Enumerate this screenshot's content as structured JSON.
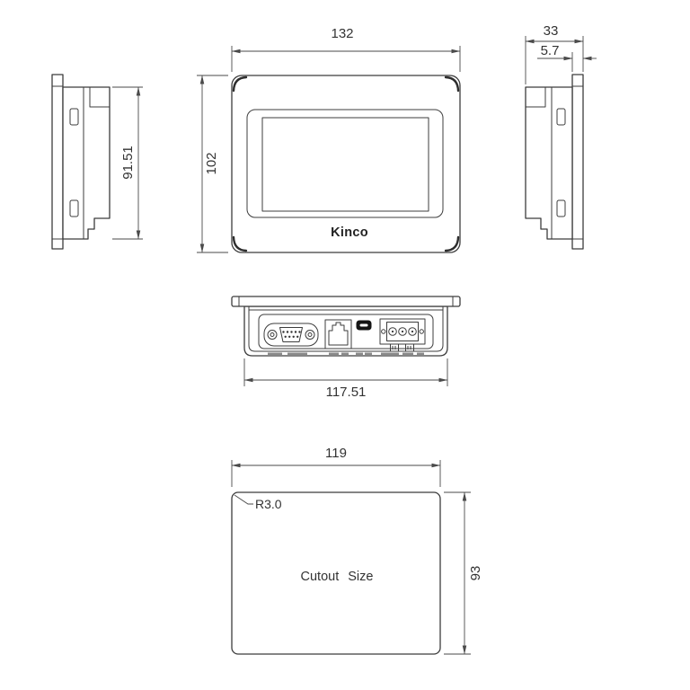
{
  "drawing": {
    "brand_logo": "Kinco",
    "cutout_label": "Cutout Size",
    "dimensions": {
      "front_width": "132",
      "front_height": "102",
      "side_body_height": "91.51",
      "side_depth": "33",
      "bezel_thickness": "5.7",
      "rear_body_width": "117.51",
      "cutout_width": "119",
      "cutout_height": "93",
      "cutout_corner_radius": "R3.0"
    },
    "ports": [
      "db9-serial",
      "rj45-ethernet",
      "mini-usb",
      "power-terminal"
    ],
    "colors": {
      "background": "#ffffff",
      "outline": "#3c3c3c",
      "dimension": "#4a4a4a",
      "text": "#333333",
      "usb_fill": "#151515"
    }
  }
}
